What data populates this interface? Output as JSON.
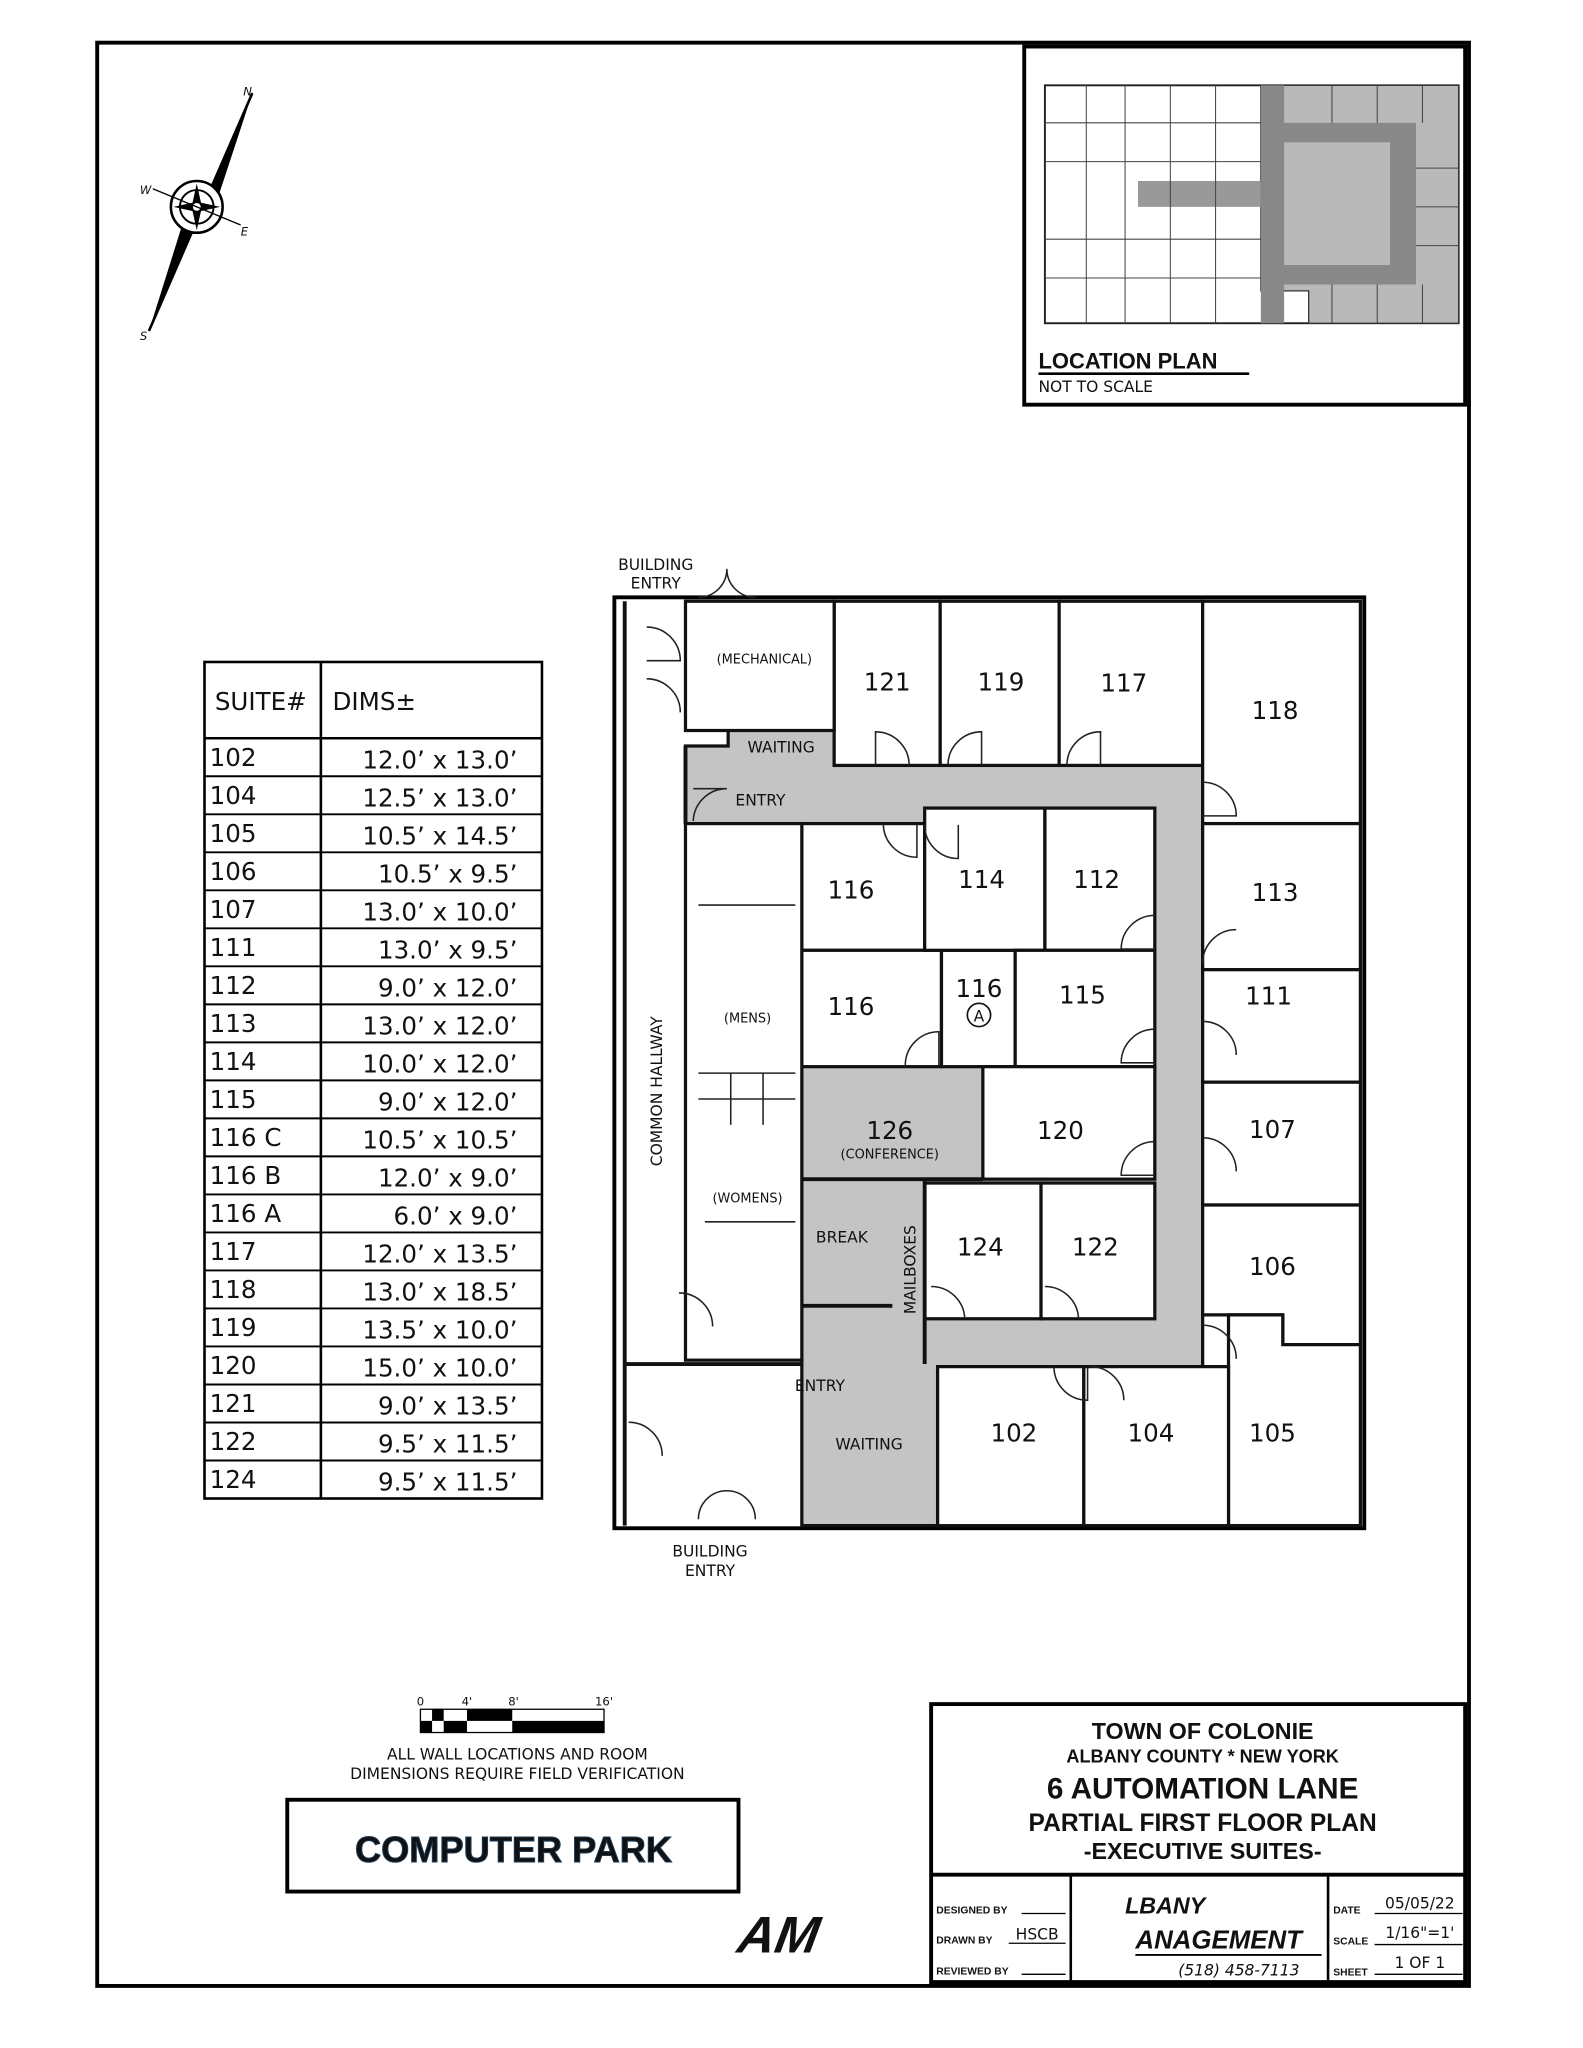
{
  "location_plan": {
    "title": "LOCATION PLAN",
    "subtitle": "NOT TO SCALE"
  },
  "compass": {
    "n": "N",
    "e": "E",
    "s": "S",
    "w": "W"
  },
  "suite_table": {
    "headers": [
      "SUITE#",
      "DIMS±"
    ],
    "rows": [
      [
        "102",
        "12.0’ x 13.0’"
      ],
      [
        "104",
        "12.5’ x 13.0’"
      ],
      [
        "105",
        "10.5’ x 14.5’"
      ],
      [
        "106",
        "10.5’ x 9.5’"
      ],
      [
        "107",
        "13.0’ x 10.0’"
      ],
      [
        "111",
        "13.0’ x 9.5’"
      ],
      [
        "112",
        "9.0’ x 12.0’"
      ],
      [
        "113",
        "13.0’ x 12.0’"
      ],
      [
        "114",
        "10.0’ x 12.0’"
      ],
      [
        "115",
        "9.0’ x 12.0’"
      ],
      [
        "116 C",
        "10.5’ x 10.5’"
      ],
      [
        "116 B",
        "12.0’ x 9.0’"
      ],
      [
        "116 A",
        "6.0’ x 9.0’"
      ],
      [
        "117",
        "12.0’ x 13.5’"
      ],
      [
        "118",
        "13.0’ x 18.5’"
      ],
      [
        "119",
        "13.5’ x 10.0’"
      ],
      [
        "120",
        "15.0’ x 10.0’"
      ],
      [
        "121",
        "9.0’ x 13.5’"
      ],
      [
        "122",
        "9.5’ x 11.5’"
      ],
      [
        "124",
        "9.5’ x 11.5’"
      ]
    ]
  },
  "floor_plan": {
    "building_entry_top": [
      "BUILDING",
      "ENTRY"
    ],
    "building_entry_bottom": [
      "BUILDING",
      "ENTRY"
    ],
    "mechanical": "(MECHANICAL)",
    "waiting_top": "WAITING",
    "entry_top": "ENTRY",
    "mens": "(MENS)",
    "womens": "(WOMENS)",
    "common_hallway": "COMMON HALLWAY",
    "conference_number": "126",
    "conference": "(CONFERENCE)",
    "break": "BREAK",
    "mailboxes": "MAILBOXES",
    "entry_bottom": "ENTRY",
    "waiting_bottom": "WAITING",
    "rooms": {
      "r121": "121",
      "r119": "119",
      "r117": "117",
      "r118": "118",
      "r113": "113",
      "r111": "111",
      "r107": "107",
      "r106": "106",
      "r105": "105",
      "r104": "104",
      "r102": "102",
      "r116a": "116",
      "r116b": "116",
      "r116c": "116",
      "r116c_tag": "A",
      "r114": "114",
      "r112": "112",
      "r115": "115",
      "r120": "120",
      "r124": "124",
      "r122": "122"
    },
    "gray_color": "#c4c4c4"
  },
  "scale_bar": {
    "ticks": [
      "0",
      "4'",
      "8'",
      "16'"
    ]
  },
  "note": [
    "ALL WALL LOCATIONS AND ROOM",
    "DIMENSIONS REQUIRE FIELD VERIFICATION"
  ],
  "brand": {
    "name": "COMPUTER PARK",
    "color": "#4fa3dc"
  },
  "title_block": {
    "line1": "TOWN OF COLONIE",
    "line2": "ALBANY COUNTY * NEW YORK",
    "line3": "6 AUTOMATION LANE",
    "line4": "PARTIAL FIRST FLOOR PLAN",
    "line5": "-EXECUTIVE SUITES-",
    "designed_by_label": "DESIGNED BY",
    "designed_by": "",
    "drawn_by_label": "DRAWN BY",
    "drawn_by": "HSCB",
    "reviewed_by_label": "REVIEWED BY",
    "reviewed_by": "",
    "logo_top": "LBANY",
    "logo_bottom": "ANAGEMENT",
    "logo_mark": "AM",
    "phone": "(518) 458-7113",
    "date_label": "DATE",
    "date": "05/05/22",
    "scale_label": "SCALE",
    "scale": "1/16\"=1'",
    "sheet_label": "SHEET",
    "sheet": "1 OF 1"
  }
}
